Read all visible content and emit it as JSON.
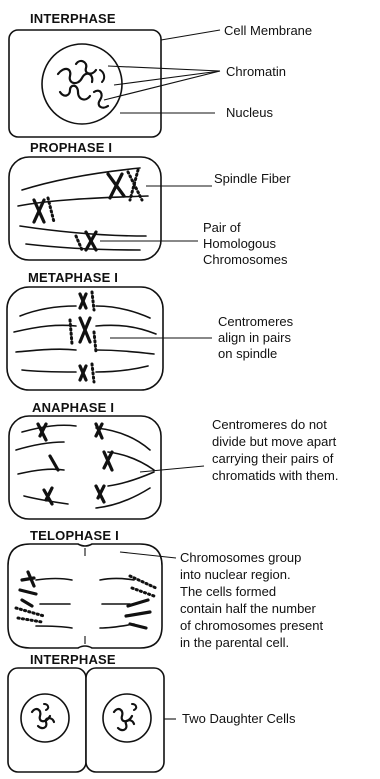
{
  "stages": [
    {
      "title": "INTERPHASE",
      "labels": [
        "Cell Membrane",
        "Chromatin",
        "Nucleus"
      ]
    },
    {
      "title": "PROPHASE I",
      "labels": [
        "Spindle Fiber",
        "Pair of",
        "Homologous",
        "Chromosomes"
      ]
    },
    {
      "title": "METAPHASE I",
      "labels": [
        "Centromeres",
        "align in pairs",
        "on spindle"
      ]
    },
    {
      "title": "ANAPHASE I",
      "labels": [
        "Centromeres do not",
        "divide but move apart",
        "carrying their pairs of",
        "chromatids with them."
      ]
    },
    {
      "title": "TELOPHASE I",
      "labels": [
        "Chromosomes group",
        "into nuclear region.",
        "The cells formed",
        "contain half the number",
        "of chromosomes present",
        "in the parental cell."
      ]
    },
    {
      "title": "INTERPHASE",
      "labels": [
        "Two Daughter Cells"
      ]
    }
  ]
}
